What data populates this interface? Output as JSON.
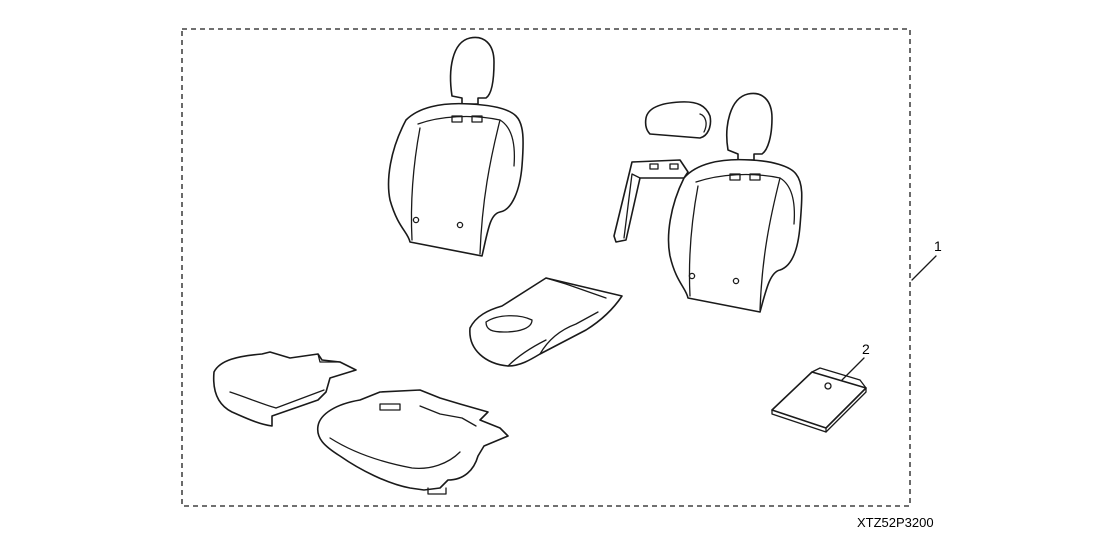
{
  "diagram": {
    "callouts": [
      {
        "number": "1"
      },
      {
        "number": "2"
      }
    ],
    "figure_code": "XTZ52P3200",
    "colors": {
      "line": "#1a1a1a",
      "background": "#ffffff"
    }
  }
}
